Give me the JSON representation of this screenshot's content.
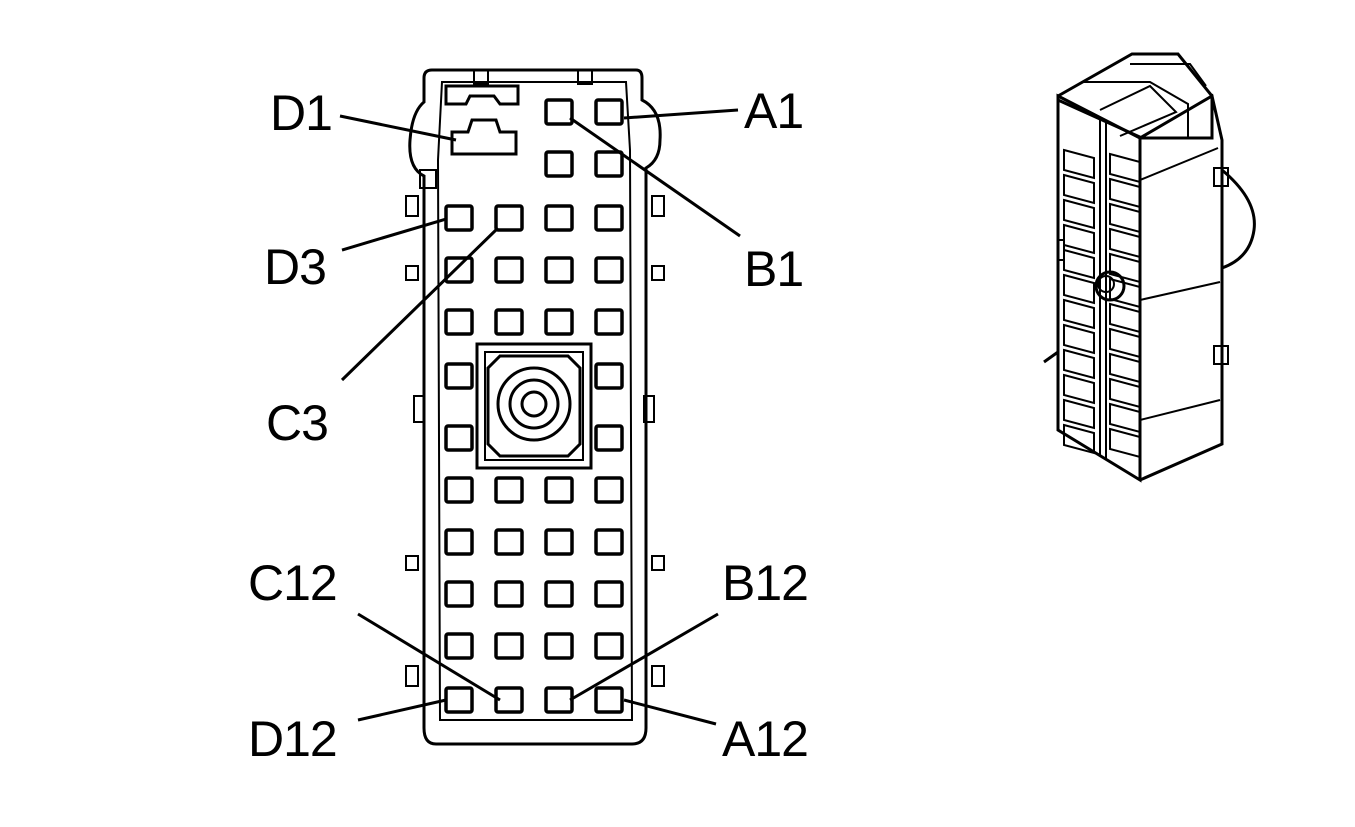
{
  "labels": {
    "d1": "D1",
    "a1": "A1",
    "d3": "D3",
    "b1": "B1",
    "c3": "C3",
    "c12": "C12",
    "b12": "B12",
    "d12": "D12",
    "a12": "A12"
  }
}
